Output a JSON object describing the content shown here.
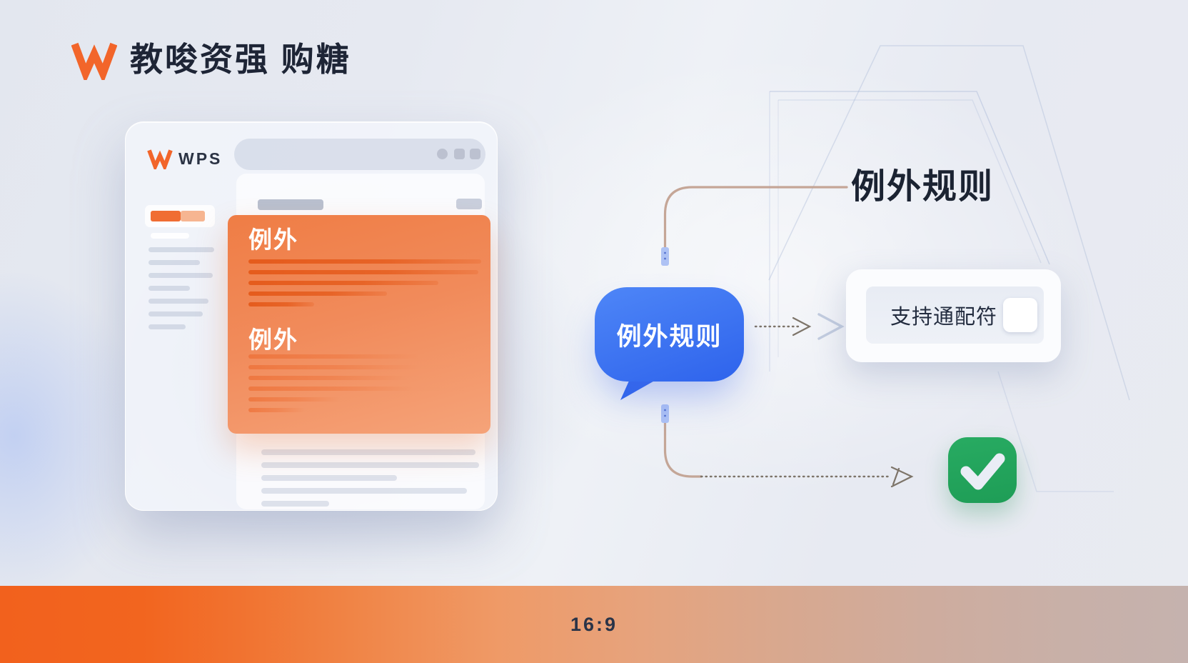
{
  "brand": {
    "title": "教唆资强 购糖"
  },
  "header": {
    "slide_title": "例外规则"
  },
  "mockup": {
    "logo_text": "WPS",
    "section1_heading": "例外",
    "section2_heading": "例外",
    "sidebar_lines": [
      92,
      72,
      90,
      58,
      84,
      76,
      52
    ],
    "orange_lines_a": [
      326,
      322,
      266,
      194,
      92
    ],
    "orange_lines_b": [
      322,
      318,
      296,
      308,
      170,
      105
    ],
    "content_lines": [
      300,
      305,
      190,
      288,
      95
    ]
  },
  "flow": {
    "bubble_label": "例外规则",
    "toggle_label": "支持通配符"
  },
  "footer": {
    "aspect_ratio": "16:9"
  },
  "colors": {
    "brand_orange": "#F2652A",
    "bubble_blue": "#2F64EC",
    "success_green": "#21A45D",
    "ink": "#1B2332",
    "connector_tan": "#C2A191"
  },
  "icons": {
    "brand_logo": "wps-w-icon",
    "mock_logo": "wps-w-icon",
    "success": "check-icon",
    "toggle": "toggle-square"
  }
}
